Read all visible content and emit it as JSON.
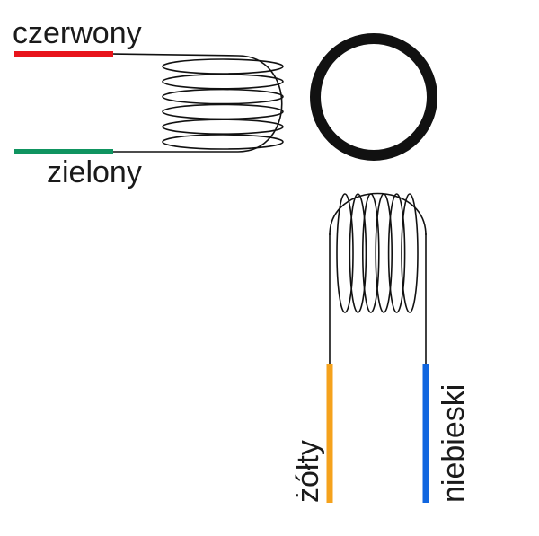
{
  "labels": {
    "red_wire": "czerwony",
    "green_wire": "zielony",
    "yellow_wire": "żółty",
    "blue_wire": "niebieski"
  },
  "colors": {
    "red": "#e8141b",
    "green": "#0f9460",
    "yellow": "#f5a21c",
    "blue": "#1066e0",
    "coil": "#111111",
    "ring": "#111111"
  },
  "components": {
    "horizontal_coil_turns": 6,
    "vertical_coil_turns": 6
  }
}
